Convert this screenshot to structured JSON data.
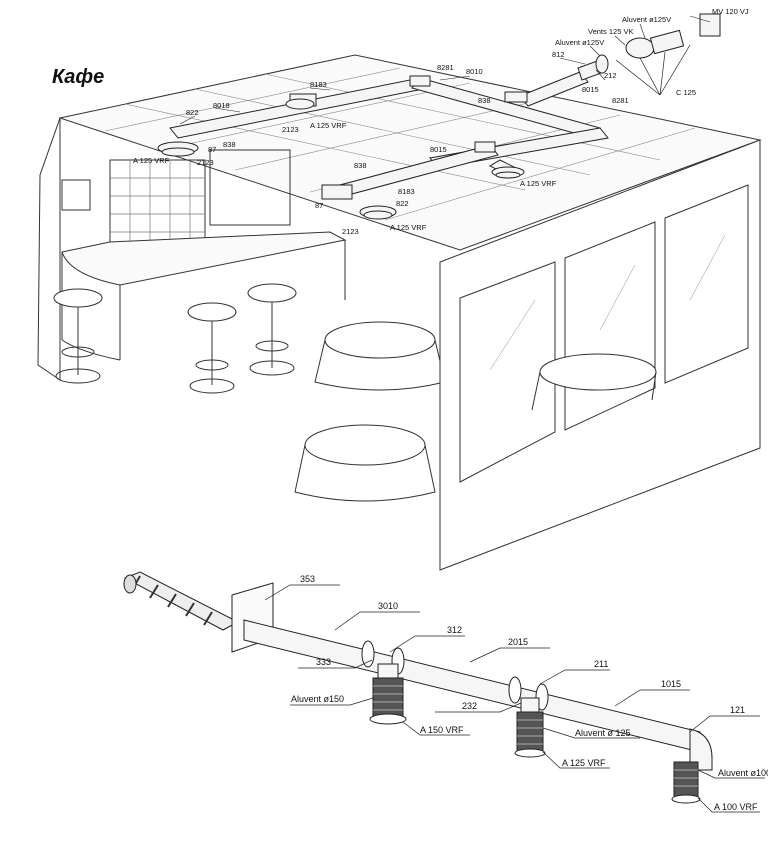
{
  "title": "Кафе",
  "colors": {
    "line": "#222222",
    "ghost": "#c9ccd6",
    "paper": "#ffffff",
    "fill": "#f2f2f2"
  },
  "top_labels": {
    "mv": "MV 120 VJ",
    "aluvent_top": "Aluvent ø125V",
    "vents": "Vents 125 VK",
    "aluvent_mid": "Aluvent ø125V",
    "l812": "812",
    "l212": "212",
    "c125": "C 125",
    "l8281a": "8281",
    "l8010": "8010",
    "l8183a": "8183",
    "l8015a": "8015",
    "l8281b": "8281",
    "l838a": "838",
    "l8018": "8018",
    "l822a": "822",
    "a125vrf_a": "A 125 VRF",
    "l2123a": "2123",
    "l87a": "87",
    "l838b": "838",
    "a125vrf_b": "A 125 VRF",
    "l2123b": "2123",
    "l838c": "838",
    "l8015b": "8015",
    "a125vrf_c": "A 125 VRF",
    "l8183b": "8183",
    "l87b": "87",
    "l822b": "822",
    "a125vrf_d": "A 125 VRF",
    "l2123c": "2123"
  },
  "bottom_labels": {
    "l353": "353",
    "l3010": "3010",
    "l312": "312",
    "l2015": "2015",
    "l333": "333",
    "l211": "211",
    "l1015": "1015",
    "aluvent150": "Aluvent ø150",
    "l232": "232",
    "l121": "121",
    "a150vrf": "A 150 VRF",
    "aluvent125": "Aluvent ø 125",
    "a125vrf": "A 125 VRF",
    "aluvent100": "Aluvent ø100",
    "a100vrf": "A 100 VRF"
  }
}
